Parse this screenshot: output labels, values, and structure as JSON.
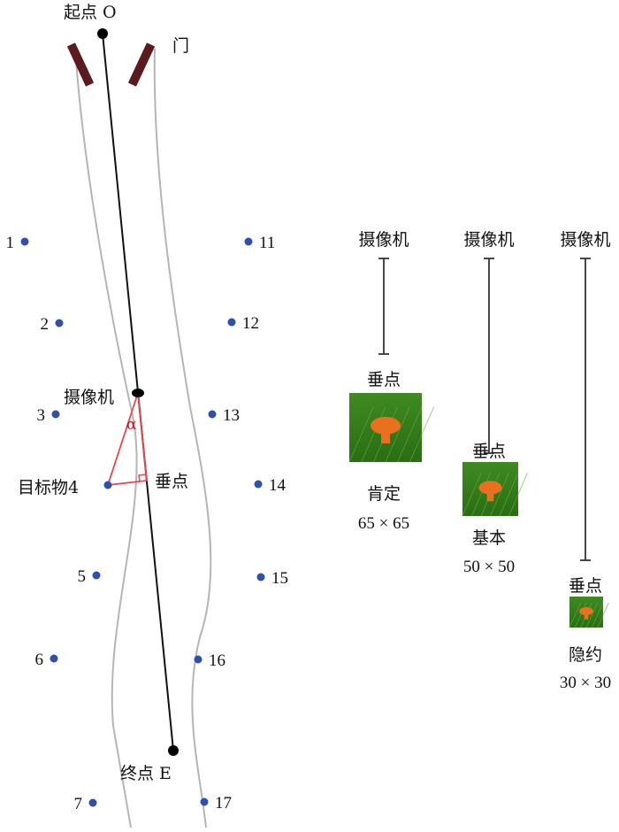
{
  "left_diagram": {
    "start_label": "起点 O",
    "end_label": "终点 E",
    "door_label": "门",
    "camera_label": "摄像机",
    "target_label": "目标物4",
    "foot_label": "垂点",
    "angle_label": "α",
    "points_left": [
      "1",
      "2",
      "3",
      "5",
      "6",
      "7"
    ],
    "points_right": [
      "11",
      "12",
      "13",
      "14",
      "15",
      "16",
      "17"
    ]
  },
  "right_panels": [
    {
      "camera": "摄像机",
      "foot": "垂点",
      "level": "肯定",
      "size": "65 × 65"
    },
    {
      "camera": "摄像机",
      "foot": "垂点",
      "level": "基本",
      "size": "50 × 50"
    },
    {
      "camera": "摄像机",
      "foot": "垂点",
      "level": "隐约",
      "size": "30 × 30"
    }
  ],
  "colors": {
    "point": "#2f4fb0",
    "triangle": "#e8474d",
    "door": "#5a1a1e",
    "road": "#b5b5b5",
    "grass": "#2f7a1c",
    "mushroom": "#e8701e"
  }
}
